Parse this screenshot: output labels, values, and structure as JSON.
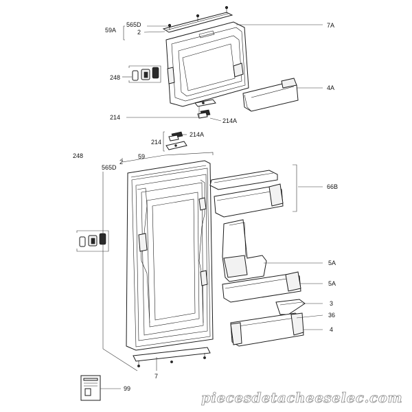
{
  "labels": {
    "l59A": "59A",
    "l565D_top": "565D",
    "l2_top": "2",
    "l7A": "7A",
    "l248_top": "248",
    "l4A": "4A",
    "l214_top": "214",
    "l214A_top": "214A",
    "l214_mid": "214",
    "l214A_mid": "214A",
    "l248_left": "248",
    "l565D": "565D",
    "l2": "2",
    "l59": "59",
    "l66B": "66B",
    "l5A_1": "5A",
    "l5A_2": "5A",
    "l3": "3",
    "l36": "36",
    "l4": "4",
    "l7": "7",
    "l99": "99"
  },
  "watermark": "piecesdetacheeselec.com",
  "colors": {
    "line": "#1a1a1a",
    "watermark_outline": "#8d8d8d"
  }
}
